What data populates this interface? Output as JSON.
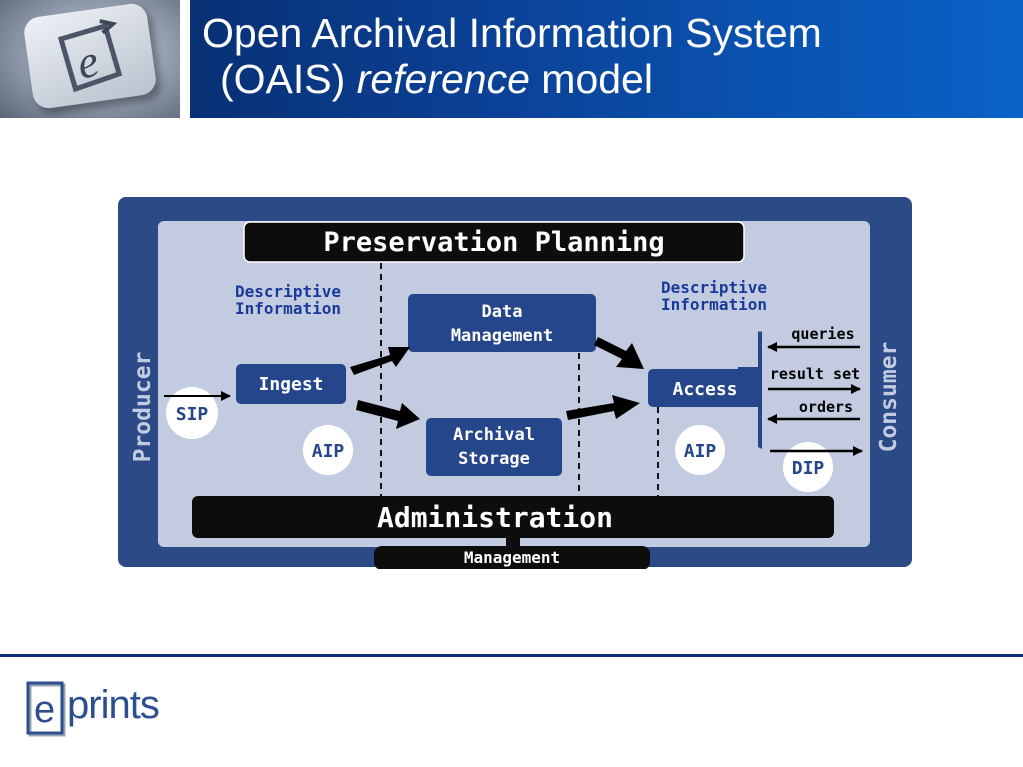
{
  "slide": {
    "title_line1": "Open Archival Information System",
    "title_line2_prefix": "(OAIS) ",
    "title_line2_emph": "reference",
    "title_line2_suffix": " model"
  },
  "diagram": {
    "preservation_planning": "Preservation Planning",
    "administration": "Administration",
    "management": "Management",
    "producer": "Producer",
    "consumer": "Consumer",
    "descriptive_info_left_1": "Descriptive",
    "descriptive_info_left_2": "Information",
    "descriptive_info_right_1": "Descriptive",
    "descriptive_info_right_2": "Information",
    "data_management_1": "Data",
    "data_management_2": "Management",
    "ingest": "Ingest",
    "archival_storage_1": "Archival",
    "archival_storage_2": "Storage",
    "access": "Access",
    "sip": "SIP",
    "aip_left": "AIP",
    "aip_right": "AIP",
    "dip": "DIP",
    "queries": "queries",
    "result_set": "result set",
    "orders": "orders"
  },
  "footer": {
    "brand_letter": "e",
    "brand_word": "prints"
  },
  "colors": {
    "header_dark": "#06265e",
    "header_light": "#0a62c7",
    "diagram_frame": "#2b4a86",
    "diagram_inner": "#c3cbe0",
    "box_blue": "#25468a",
    "label_blue": "#1a3a9a",
    "footer_rule": "#0b2d7a"
  },
  "icons": {
    "header_logo": "keyboard-key-e-icon",
    "footer_logo": "eprints-logo"
  }
}
